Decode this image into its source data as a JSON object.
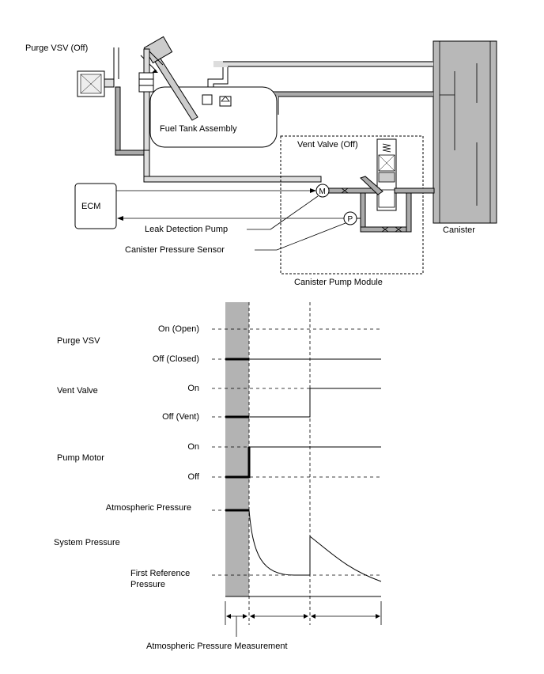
{
  "schematic": {
    "purge_vsv": "Purge VSV (Off)",
    "fuel_tank": "Fuel Tank Assembly",
    "vent_valve": "Vent Valve (Off)",
    "ecm": "ECM",
    "leak_detection_pump": "Leak Detection Pump",
    "canister_pressure_sensor": "Canister Pressure Sensor",
    "canister": "Canister",
    "canister_pump_module": "Canister Pump Module",
    "motor_symbol": "M",
    "pressure_symbol": "P"
  },
  "timing": {
    "rows": [
      {
        "name": "Purge VSV",
        "levels": [
          "On (Open)",
          "Off (Closed)"
        ]
      },
      {
        "name": "Vent Valve",
        "levels": [
          "On",
          "Off (Vent)"
        ]
      },
      {
        "name": "Pump Motor",
        "levels": [
          "On",
          "Off"
        ]
      },
      {
        "name": "System Pressure",
        "levels": [
          "Atmospheric Pressure",
          "First Reference Pressure"
        ]
      }
    ],
    "first_reference_line1": "First Reference",
    "first_reference_line2": "Pressure",
    "phase_caption": "Atmospheric Pressure Measurement",
    "shaded_phase_color": "#b3b3b3"
  }
}
